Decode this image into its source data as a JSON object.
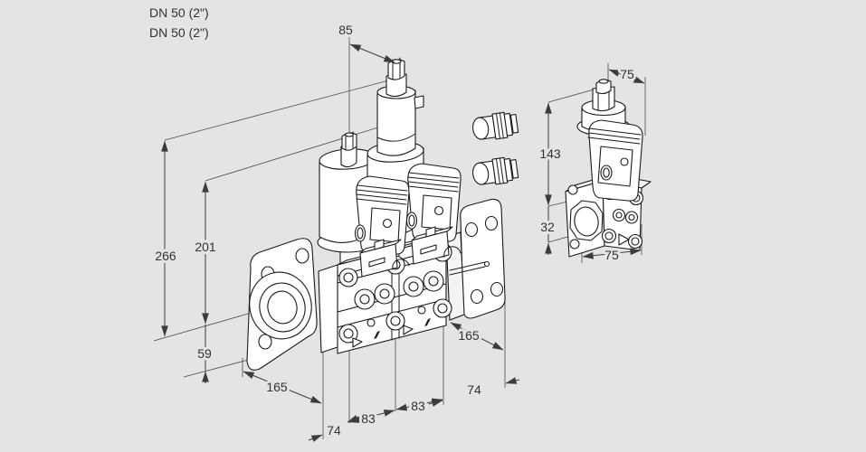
{
  "page": {
    "background_color": "#e4e4e4",
    "line_color": "#1a1a1a",
    "dimension_color": "#3c3c3c"
  },
  "annotations": {
    "dn_label_1": "DN 50 (2\")",
    "dn_label_2": "DN 50 (2\")"
  },
  "dimensions": {
    "main_valve": {
      "actuator_spacing_top": "85",
      "overall_height": "266",
      "body_height": "201",
      "axis_to_bottom": "59",
      "flange_size_left": "165",
      "depth_left": "74",
      "section_width_1": "83",
      "section_width_2": "83",
      "depth_right": "74",
      "flange_size_right": "165"
    },
    "pilot_valve": {
      "top_width": "75",
      "body_height": "143",
      "flange_height": "32",
      "bottom_width": "75"
    }
  }
}
